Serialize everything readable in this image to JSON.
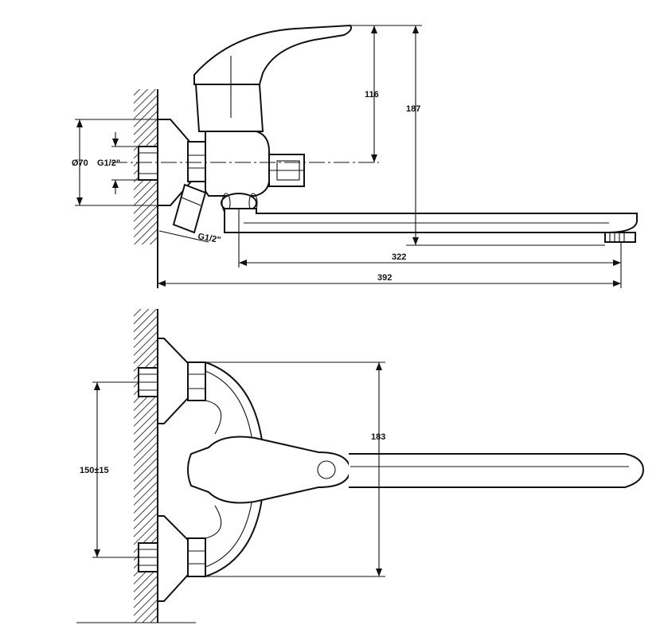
{
  "side_view": {
    "dim_height_handle": "116",
    "dim_height_total": "187",
    "dim_flange_diameter": "Ø70",
    "dim_thread_inlet": "G1/2\"",
    "dim_thread_outlet": "G1/2\"",
    "dim_spout_reach": "322",
    "dim_total_length": "392"
  },
  "top_view": {
    "dim_depth": "183",
    "dim_center_distance": "150±15"
  }
}
